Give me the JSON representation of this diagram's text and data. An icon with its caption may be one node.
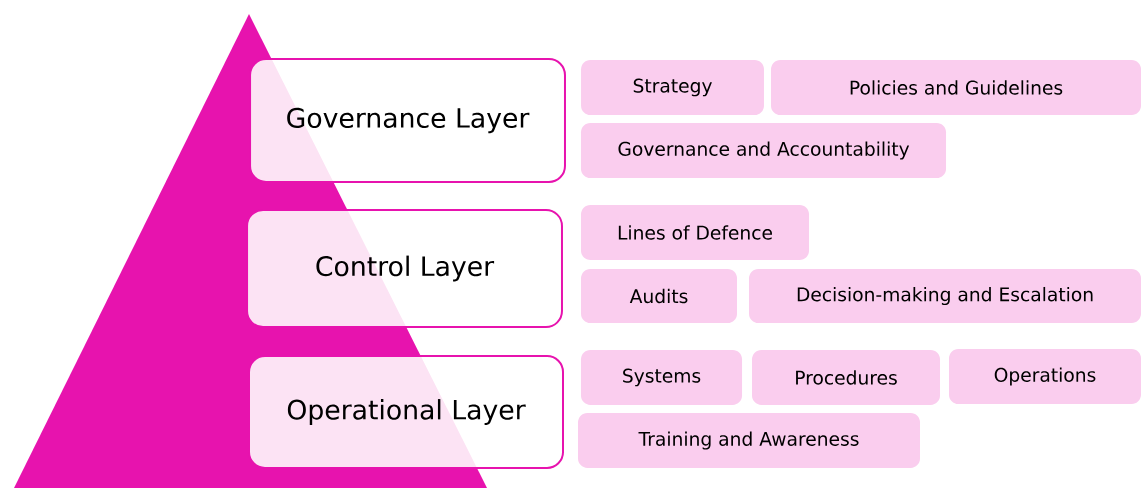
{
  "diagram": {
    "nodes": [
      {
        "text": [
          "Governance Layer"
        ]
      },
      {
        "text": [
          "Strategy"
        ]
      },
      {
        "text": [
          "Policies and Guidelines"
        ]
      },
      {
        "text": [
          "Governance and Accountability"
        ]
      },
      {
        "text": [
          "Control Layer"
        ]
      },
      {
        "text": [
          "Lines of Defence"
        ]
      },
      {
        "text": [
          "Audits"
        ]
      },
      {
        "text": [
          "Decision-making and Escalation"
        ]
      },
      {
        "text": [
          "Operational Layer"
        ]
      },
      {
        "text": [
          "Systems"
        ]
      },
      {
        "text": [
          "Procedures"
        ]
      },
      {
        "text": [
          "Operations"
        ]
      },
      {
        "text": [
          "Training and Awareness"
        ]
      }
    ]
  }
}
